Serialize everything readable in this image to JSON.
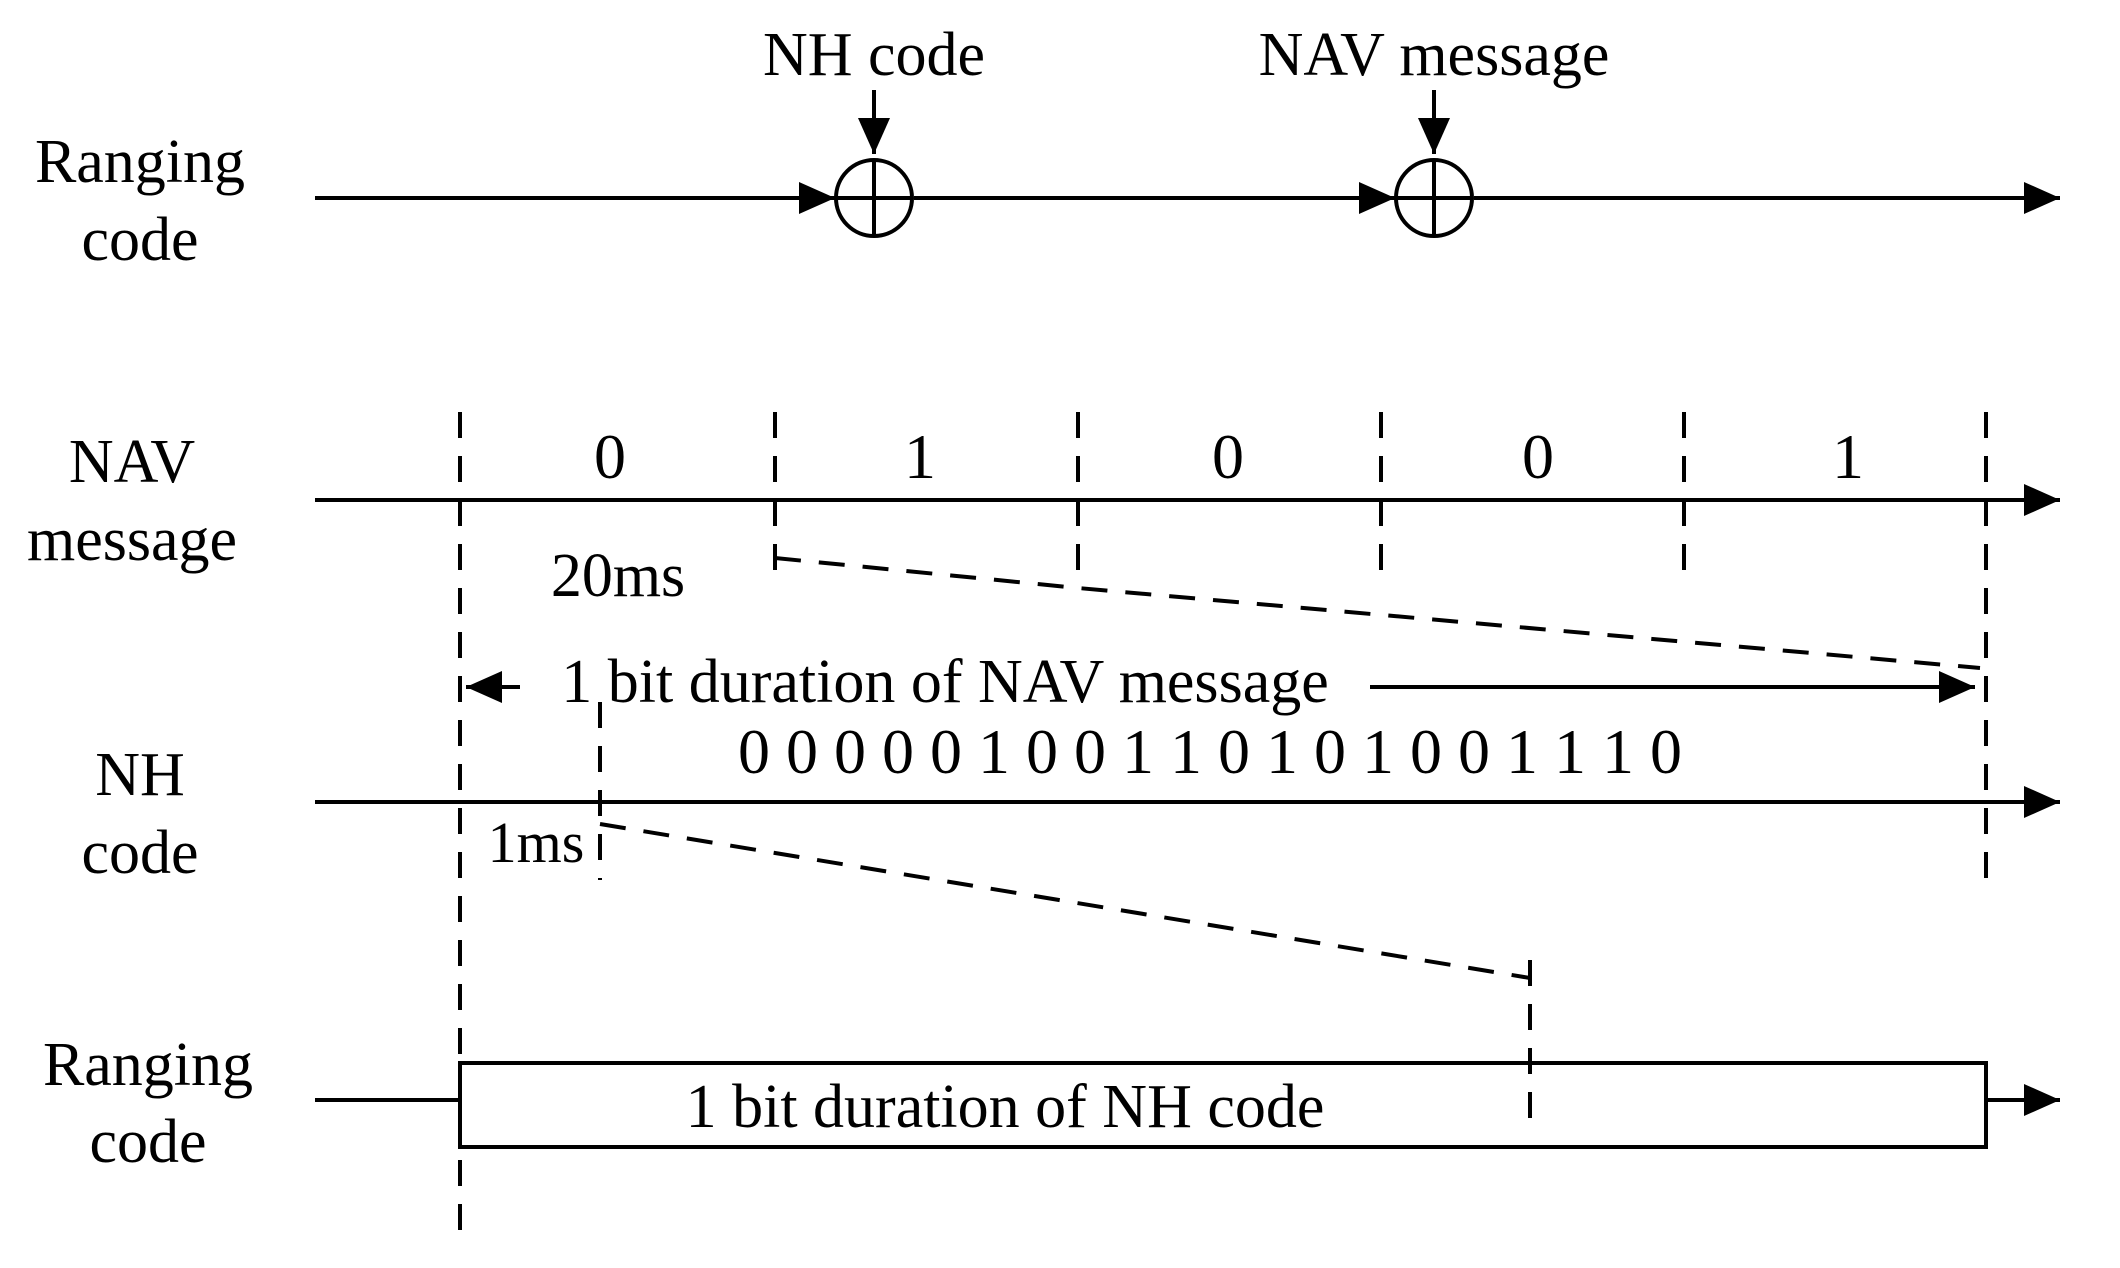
{
  "rows": {
    "ranging_top": [
      "Ranging",
      "code"
    ],
    "nav": [
      "NAV",
      "message"
    ],
    "nh": [
      "NH",
      "code"
    ],
    "ranging_bottom": [
      "Ranging",
      "code"
    ]
  },
  "xor_labels": {
    "nh_code": "NH code",
    "nav_message": "NAV message"
  },
  "nav_bits": [
    "0",
    "1",
    "0",
    "0",
    "1"
  ],
  "nav_bit_period": "20ms",
  "nav_bit_duration_label": "1 bit duration of NAV message",
  "nh_code_sequence": "0 0 0 0 0 1 0 0 1 1 0 1 0 1 0 0 1 1 1 0",
  "nh_chip_period": "1ms",
  "nh_bit_duration_label": "1 bit duration of NH code"
}
